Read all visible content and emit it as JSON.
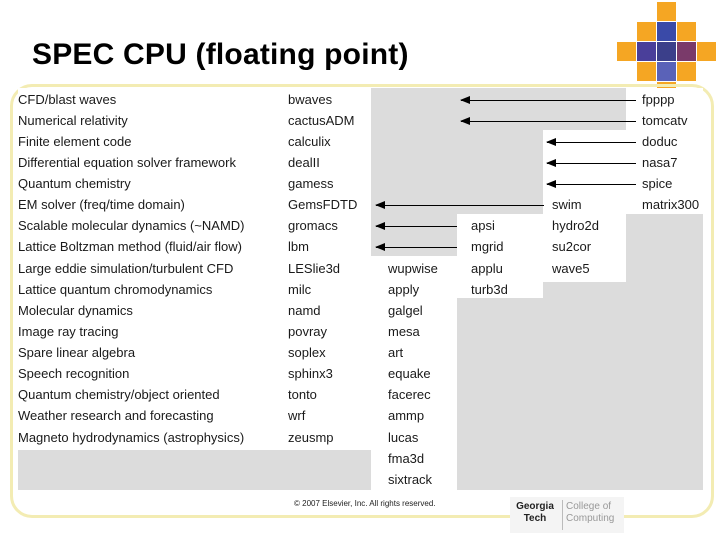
{
  "title": "SPEC CPU (floating point)",
  "colors": {
    "frame": "#f3ecb3",
    "gray": "#dcdcdc",
    "tile_orange": "#f5a623",
    "tile_blue": "#3a4aa8"
  },
  "table": {
    "col1_descriptions": [
      "CFD/blast waves",
      "Numerical relativity",
      "Finite element code",
      "Differential equation solver framework",
      "Quantum chemistry",
      "EM solver (freq/time domain)",
      "Scalable molecular dynamics (~NAMD)",
      "Lattice Boltzman method (fluid/air flow)",
      "Large eddie simulation/turbulent CFD",
      "Lattice quantum chromodynamics",
      "Molecular dynamics",
      "Image ray tracing",
      "Spare linear algebra",
      "Speech recognition",
      "Quantum chemistry/object oriented",
      "Weather research and forecasting",
      "Magneto hydrodynamics (astrophysics)"
    ],
    "col2_spec2006": [
      "bwaves",
      "cactusADM",
      "calculix",
      "dealII",
      "gamess",
      "GemsFDTD",
      "gromacs",
      "lbm",
      "LESlie3d",
      "milc",
      "namd",
      "povray",
      "soplex",
      "sphinx3",
      "tonto",
      "wrf",
      "zeusmp"
    ],
    "col3_spec2000_a": [
      "wupwise",
      "apply",
      "galgel",
      "mesa",
      "art",
      "equake",
      "facerec",
      "ammp",
      "lucas",
      "fma3d",
      "sixtrack"
    ],
    "col4_spec95": [
      "apsi",
      "mgrid",
      "applu",
      "turb3d"
    ],
    "col5_spec92": [
      "swim",
      "hydro2d",
      "su2cor",
      "wave5"
    ],
    "col6_spec89": [
      "fpppp",
      "tomcatv",
      "doduc",
      "nasa7",
      "spice",
      "matrix300"
    ]
  },
  "copyright": "© 2007 Elsevier, Inc. All rights reserved.",
  "logo": {
    "gt_line1": "Georgia",
    "gt_line2": "Tech",
    "coc_line1": "College of",
    "coc_line2": "Computing"
  }
}
